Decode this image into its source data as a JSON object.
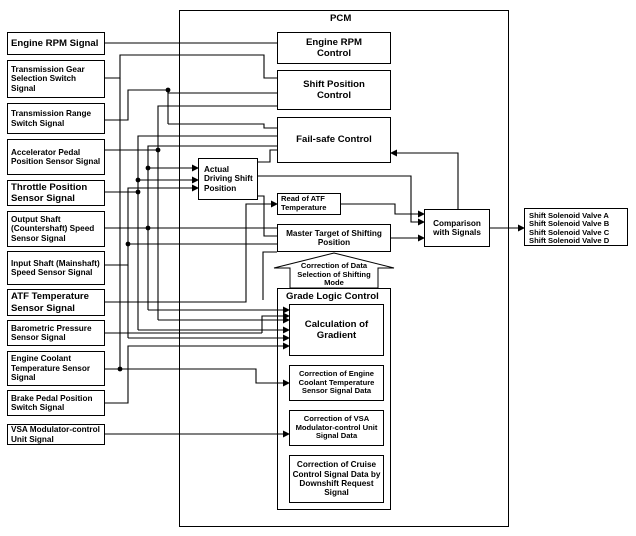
{
  "pcm_title": "PCM",
  "inputs": [
    {
      "id": "engine-rpm",
      "label": "Engine RPM Signal"
    },
    {
      "id": "transmission-gear-selection",
      "label": "Transmission Gear Selection Switch Signal"
    },
    {
      "id": "transmission-range",
      "label": "Transmission Range Switch Signal"
    },
    {
      "id": "accelerator-pedal",
      "label": "Accelerator Pedal Position Sensor Signal"
    },
    {
      "id": "throttle-position",
      "label": "Throttle Position Sensor Signal"
    },
    {
      "id": "output-shaft",
      "label": "Output Shaft (Countershaft) Speed Sensor Signal"
    },
    {
      "id": "input-shaft",
      "label": "Input Shaft (Mainshaft) Speed Sensor Signal"
    },
    {
      "id": "atf-temperature",
      "label": "ATF Temperature Sensor Signal"
    },
    {
      "id": "barometric-pressure",
      "label": "Barometric Pressure Sensor Signal"
    },
    {
      "id": "engine-coolant",
      "label": "Engine Coolant Temperature Sensor Signal"
    },
    {
      "id": "brake-pedal",
      "label": "Brake Pedal Position Switch Signal"
    },
    {
      "id": "vsa-modulator",
      "label": "VSA Modulator-control Unit Signal"
    }
  ],
  "blocks": {
    "engine_rpm_control": "Engine RPM Control",
    "shift_position_control": "Shift Position Control",
    "fail_safe_control": "Fail-safe Control",
    "actual_driving_shift_position": "Actual Driving Shift Position",
    "read_atf_temperature": "Read of ATF Temperature",
    "master_target": "Master Target of Shifting Position",
    "correction_selection": "Correction of Data Selection of Shifting Mode",
    "comparison": "Comparison with Signals",
    "grade_logic_title": "Grade Logic Control",
    "calculation_gradient": "Calculation of Gradient",
    "correction_coolant": "Correction of Engine Coolant Temperature Sensor Signal Data",
    "correction_vsa": "Correction of VSA Modulator-control Unit Signal Data",
    "correction_cruise": "Correction of Cruise Control Signal Data by Downshift Request Signal"
  },
  "outputs": [
    "Shift Solenoid Valve A",
    "Shift Solenoid Valve B",
    "Shift Solenoid Valve C",
    "Shift Solenoid Valve D"
  ]
}
